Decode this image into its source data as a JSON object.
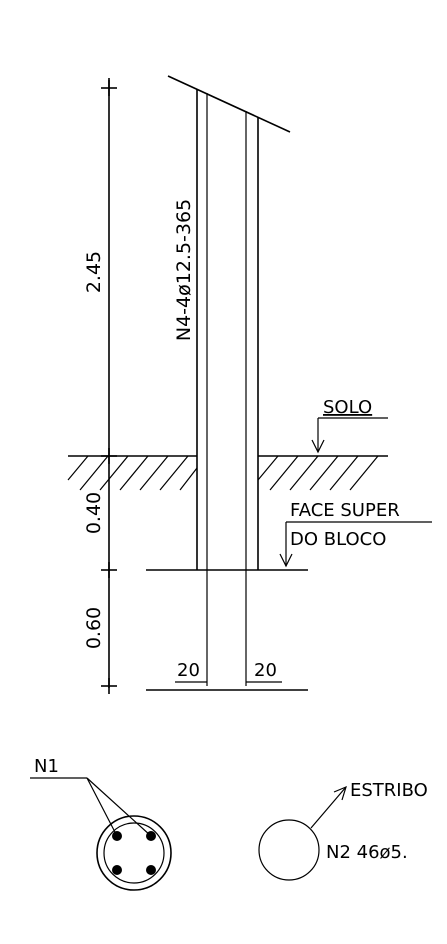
{
  "dimensions": {
    "top_segment": "2.45",
    "middle_segment": "0.40",
    "bottom_segment": "0.60"
  },
  "bar_label": "N4-4ø12.5-365",
  "soil_label": "SOLO",
  "block_face_label_line1": "FACE SUPER",
  "block_face_label_line2": "DO BLOCO",
  "bottom_left_hook": "20",
  "bottom_right_hook": "20",
  "section": {
    "bar_mark": "N1",
    "stirrup_label": "ESTRIBO",
    "stirrup_spec": "N2 46ø5."
  }
}
